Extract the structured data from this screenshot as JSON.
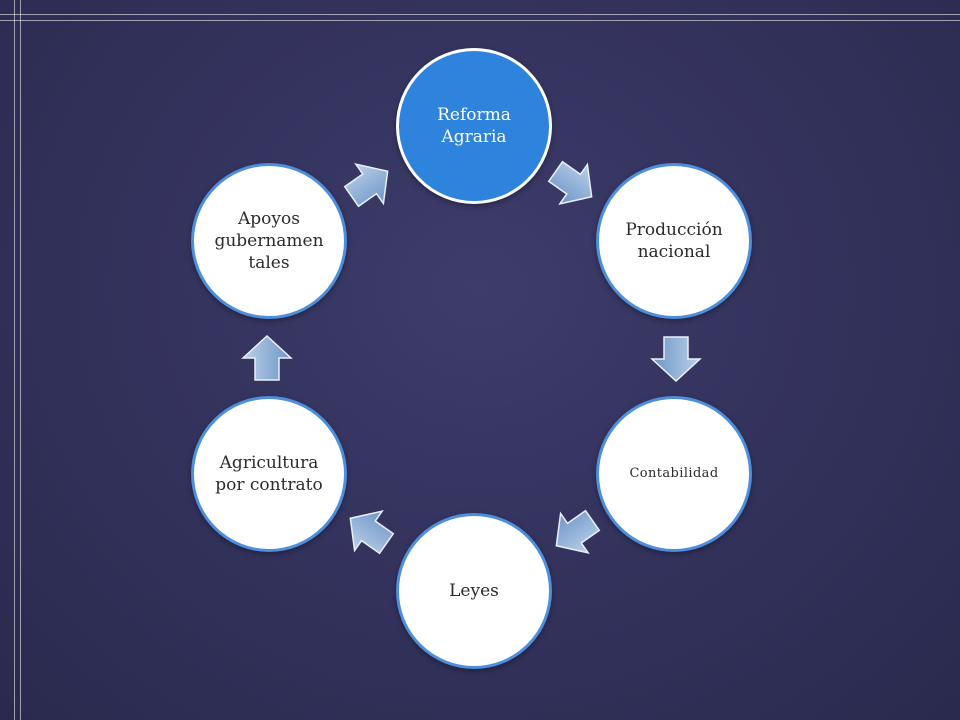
{
  "diagram": {
    "type": "cycle",
    "nodes": [
      {
        "id": "n1",
        "label": "Reforma\nAgraria",
        "emphasis": true
      },
      {
        "id": "n2",
        "label": "Producción\nnacional"
      },
      {
        "id": "n3",
        "label": "Contabilidad",
        "small": true
      },
      {
        "id": "n4",
        "label": "Leyes"
      },
      {
        "id": "n5",
        "label": "Agricultura\npor contrato"
      },
      {
        "id": "n6",
        "label": "Apoyos\ngubernamen\ntales"
      }
    ],
    "edges": [
      {
        "from": "n1",
        "to": "n2"
      },
      {
        "from": "n2",
        "to": "n3"
      },
      {
        "from": "n3",
        "to": "n4"
      },
      {
        "from": "n4",
        "to": "n5"
      },
      {
        "from": "n5",
        "to": "n6"
      },
      {
        "from": "n6",
        "to": "n1"
      }
    ]
  },
  "colors": {
    "background": "#34335e",
    "primary_node": "#2e83dc",
    "node_border": "#4d8fdc",
    "arrow_fill": "#8fb1d8"
  }
}
